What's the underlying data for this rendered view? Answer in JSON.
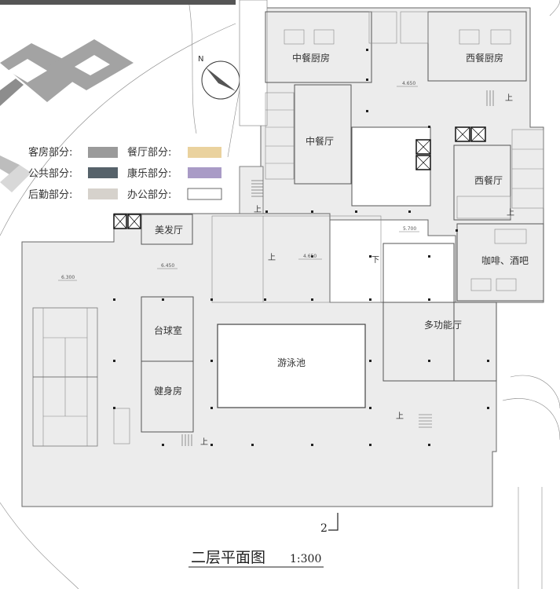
{
  "title": "二层平面图",
  "scale": "1:300",
  "section_mark": "2",
  "legend": [
    {
      "label": "客房部分:",
      "color": "#9a9a9a"
    },
    {
      "label": "餐厅部分:",
      "color": "#ead29e"
    },
    {
      "label": "公共部分:",
      "color": "#56626a"
    },
    {
      "label": "康乐部分:",
      "color": "#a99bc6"
    },
    {
      "label": "后勤部分:",
      "color": "#d6d2cc"
    },
    {
      "label": "办公部分:",
      "color": "#ffffff"
    }
  ],
  "rooms": {
    "chinese_kitchen": "中餐厨房",
    "western_kitchen": "西餐厨房",
    "chinese_restaurant": "中餐厅",
    "western_restaurant": "西餐厅",
    "salon": "美发厅",
    "cafe_bar": "咖啡、酒吧",
    "billiards": "台球室",
    "multifunction": "多功能厅",
    "pool": "游泳池",
    "gym": "健身房"
  },
  "levels": {
    "kitchen": "4.650",
    "lobby": "4.650",
    "west_wing": "6.450",
    "court": "6.300",
    "corridor": "5.700"
  },
  "stair_marks": {
    "up": "上",
    "down": "下"
  },
  "north_label": "N"
}
